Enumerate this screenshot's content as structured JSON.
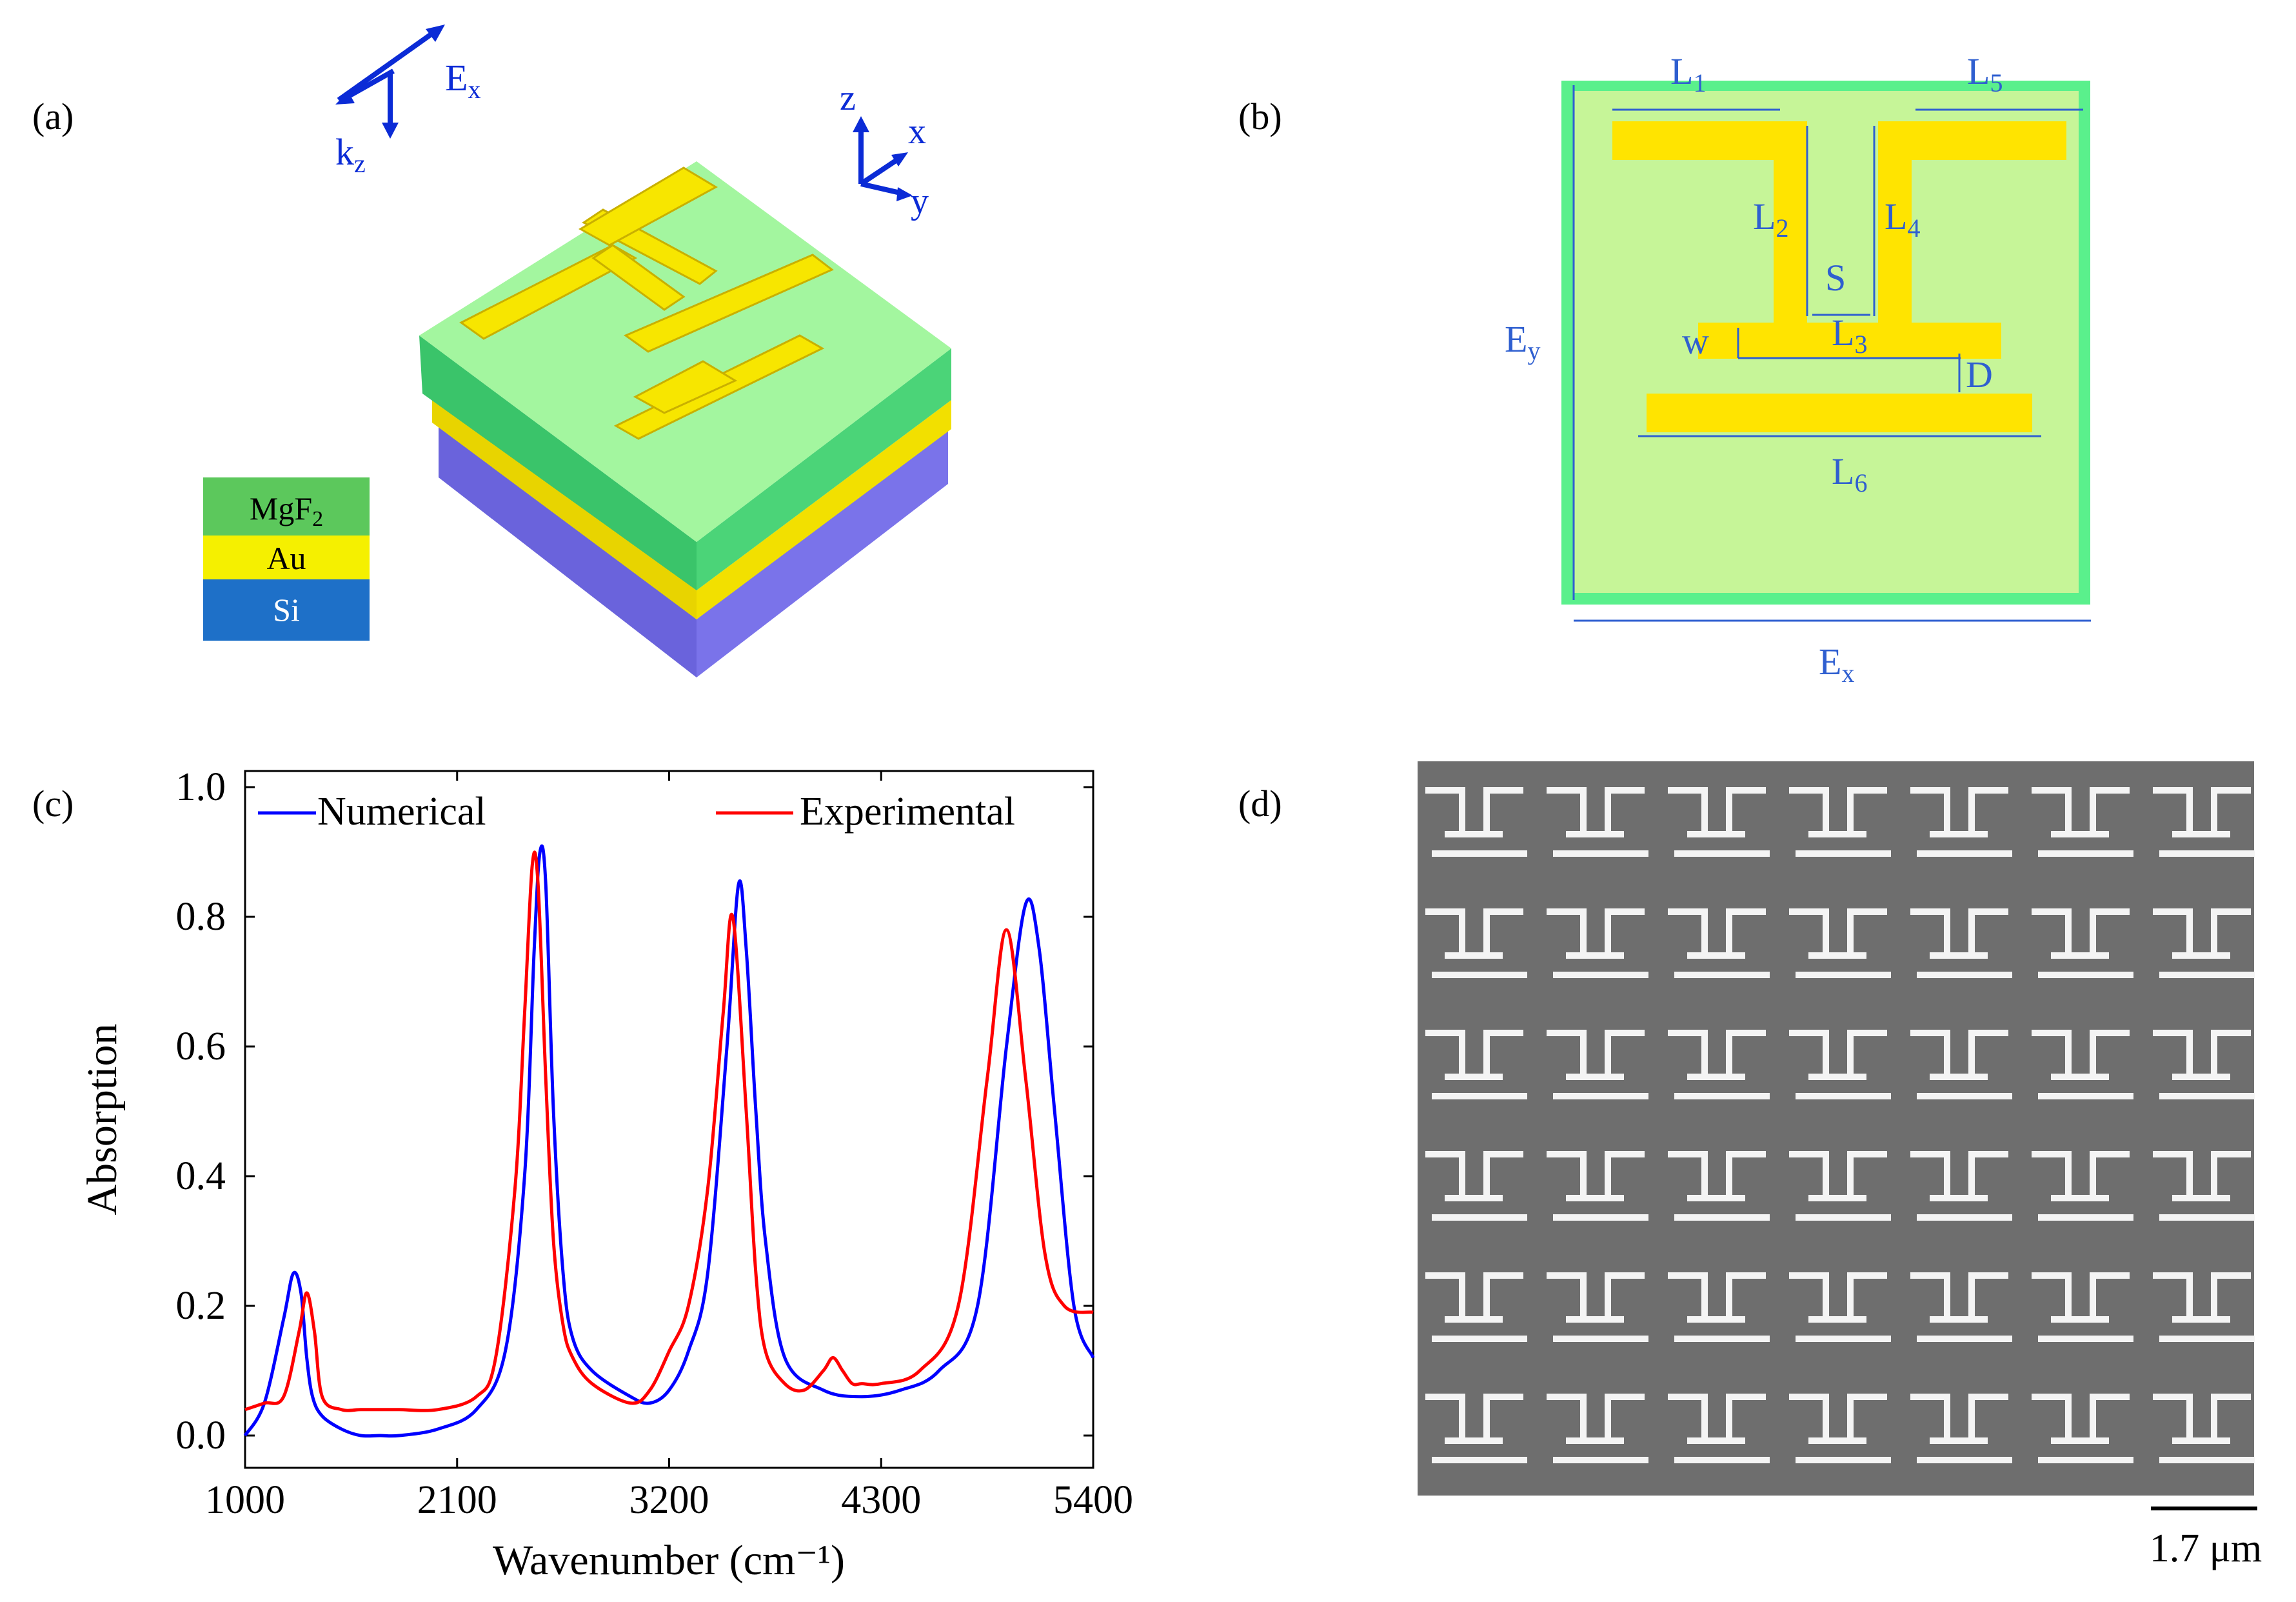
{
  "figure": {
    "panel_a": {
      "label": "(a)",
      "wave_field": "E",
      "wave_field_sub": "x",
      "wave_vector": "k",
      "wave_vector_sub": "z",
      "axis_z": "z",
      "axis_x": "x",
      "axis_y": "y",
      "layers": [
        {
          "name": "MgF",
          "sub": "2",
          "color": "#5cc85c"
        },
        {
          "name": "Au",
          "sub": "",
          "color": "#f5f000"
        },
        {
          "name": "Si",
          "sub": "",
          "color": "#1e70c8"
        }
      ]
    },
    "panel_b": {
      "label": "(b)",
      "dims": [
        {
          "t": "L",
          "s": "1"
        },
        {
          "t": "L",
          "s": "5"
        },
        {
          "t": "L",
          "s": "2"
        },
        {
          "t": "L",
          "s": "4"
        },
        {
          "t": "S",
          "s": ""
        },
        {
          "t": "w",
          "s": ""
        },
        {
          "t": "L",
          "s": "3"
        },
        {
          "t": "D",
          "s": ""
        },
        {
          "t": "L",
          "s": "6"
        },
        {
          "t": "E",
          "s": "y"
        },
        {
          "t": "E",
          "s": "x"
        }
      ]
    },
    "panel_c": {
      "label": "(c)"
    },
    "panel_d": {
      "label": "(d)",
      "scale_bar": "1.7 μm",
      "rows": 6,
      "cols": 7
    }
  },
  "chart_data": {
    "type": "line",
    "xlabel": "Wavenumber (cm⁻¹)",
    "ylabel": "Absorption",
    "xlim": [
      1000,
      5400
    ],
    "ylim": [
      0.0,
      1.0
    ],
    "xticks": [
      1000,
      2100,
      3200,
      4300,
      5400
    ],
    "xtick_labels": [
      "1000",
      "2100",
      "3200",
      "4300",
      "5400"
    ],
    "yticks": [
      0.0,
      0.2,
      0.4,
      0.6,
      0.8,
      1.0
    ],
    "ytick_labels": [
      "0.0",
      "0.2",
      "0.4",
      "0.6",
      "0.8",
      "1.0"
    ],
    "legend_position": "top",
    "series": [
      {
        "name": "Numerical",
        "color": "#0000ff",
        "x": [
          1000,
          1100,
          1200,
          1250,
          1290,
          1320,
          1350,
          1400,
          1500,
          1600,
          1700,
          1800,
          2000,
          2200,
          2350,
          2450,
          2500,
          2530,
          2560,
          2600,
          2650,
          2700,
          2800,
          3000,
          3100,
          3200,
          3300,
          3400,
          3500,
          3560,
          3600,
          3650,
          3700,
          3800,
          4000,
          4200,
          4400,
          4600,
          4800,
          4950,
          5050,
          5120,
          5200,
          5300,
          5400
        ],
        "y": [
          0.0,
          0.05,
          0.18,
          0.25,
          0.22,
          0.12,
          0.06,
          0.03,
          0.01,
          0.0,
          0.0,
          0.0,
          0.01,
          0.04,
          0.13,
          0.4,
          0.75,
          0.9,
          0.85,
          0.5,
          0.25,
          0.15,
          0.1,
          0.06,
          0.05,
          0.07,
          0.13,
          0.25,
          0.6,
          0.85,
          0.75,
          0.5,
          0.3,
          0.12,
          0.07,
          0.06,
          0.07,
          0.1,
          0.2,
          0.6,
          0.82,
          0.75,
          0.5,
          0.2,
          0.12
        ]
      },
      {
        "name": "Experimental",
        "color": "#ff0000",
        "x": [
          1000,
          1100,
          1200,
          1280,
          1320,
          1360,
          1400,
          1500,
          1600,
          1700,
          1800,
          2000,
          2200,
          2300,
          2400,
          2450,
          2490,
          2520,
          2560,
          2600,
          2650,
          2700,
          2800,
          3000,
          3100,
          3200,
          3300,
          3400,
          3480,
          3530,
          3600,
          3650,
          3700,
          3800,
          3900,
          4000,
          4050,
          4100,
          4150,
          4200,
          4300,
          4500,
          4700,
          4850,
          4950,
          5050,
          5150,
          5250,
          5400
        ],
        "y": [
          0.04,
          0.05,
          0.06,
          0.16,
          0.22,
          0.16,
          0.06,
          0.04,
          0.04,
          0.04,
          0.04,
          0.04,
          0.06,
          0.12,
          0.38,
          0.65,
          0.88,
          0.85,
          0.55,
          0.3,
          0.17,
          0.12,
          0.08,
          0.05,
          0.07,
          0.13,
          0.2,
          0.38,
          0.65,
          0.8,
          0.5,
          0.25,
          0.13,
          0.08,
          0.07,
          0.1,
          0.12,
          0.1,
          0.08,
          0.08,
          0.08,
          0.1,
          0.2,
          0.55,
          0.78,
          0.55,
          0.28,
          0.2,
          0.19
        ]
      }
    ]
  }
}
